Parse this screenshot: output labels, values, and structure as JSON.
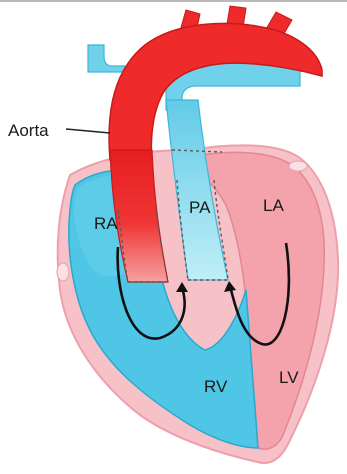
{
  "figure": {
    "labels": {
      "aorta": "Aorta",
      "ra": "RA",
      "pa": "PA",
      "la": "LA",
      "rv": "RV",
      "lv": "LV"
    },
    "colors": {
      "aorta_red": "#ee2a2a",
      "aorta_dark": "#c81a1a",
      "pulmonary_blue": "#6fd1ea",
      "right_heart_blue": "#4fc6e6",
      "left_heart_pink": "#f4a3ad",
      "outer_border_pink": "#f6c2c8",
      "arrow_black": "#111111"
    }
  }
}
